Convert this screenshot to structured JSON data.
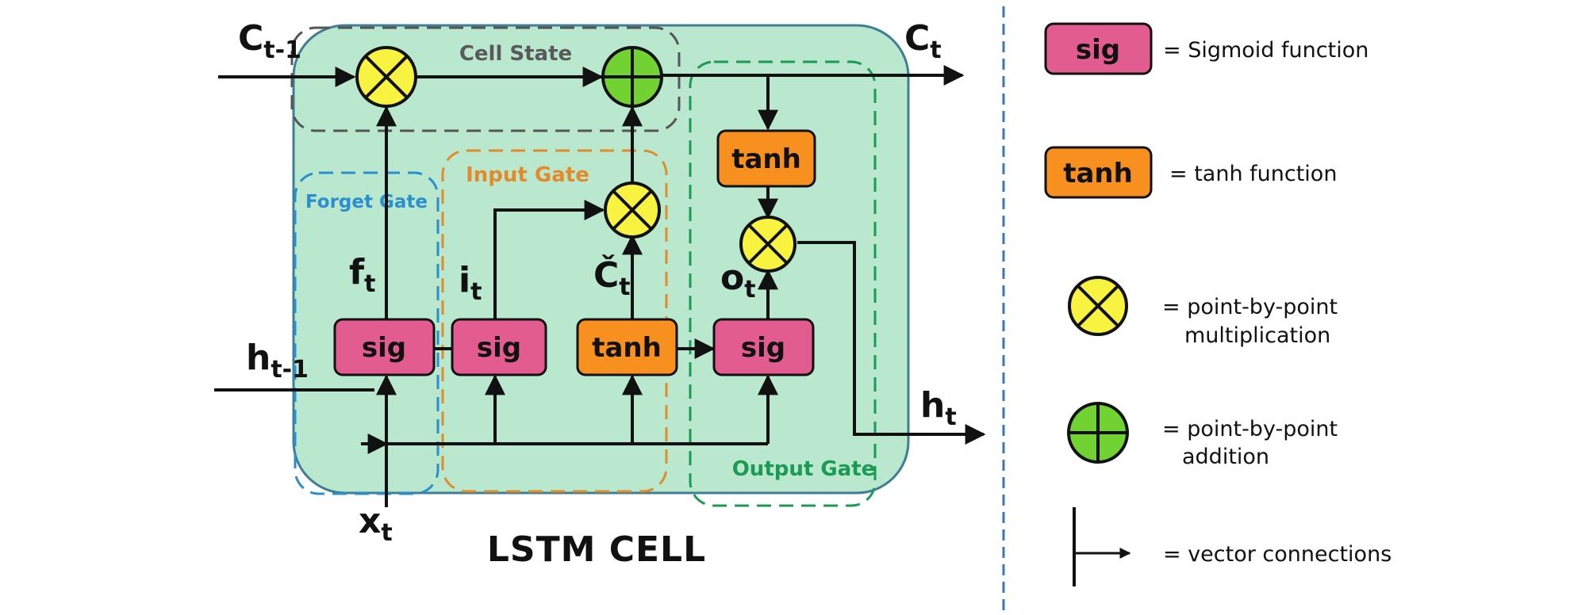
{
  "colors": {
    "cell_fill": "#b9e8cf",
    "sig_fill": "#e35c8f",
    "tanh_fill": "#f7901e",
    "mult_fill": "#f8f341",
    "add_fill": "#72d232",
    "cell_state_dash": "#555555",
    "forget_dash": "#2b8ecf",
    "input_dash": "#e38a2a",
    "output_dash": "#1c9a55",
    "divider": "#3a78b5"
  },
  "groups": {
    "cell_state": "Cell State",
    "forget_gate": "Forget Gate",
    "input_gate": "Input Gate",
    "output_gate": "Output Gate"
  },
  "boxes": {
    "forget_sig": "sig",
    "input_sig": "sig",
    "input_tanh": "tanh",
    "output_sig": "sig",
    "output_tanh": "tanh"
  },
  "variables": {
    "c_prev": {
      "main": "C",
      "sub": "t-1"
    },
    "c_t": {
      "main": "C",
      "sub": "t"
    },
    "h_prev": {
      "main": "h",
      "sub": "t-1"
    },
    "h_t": {
      "main": "h",
      "sub": "t"
    },
    "x_t": {
      "main": "x",
      "sub": "t"
    },
    "f_t": {
      "main": "f",
      "sub": "t"
    },
    "i_t": {
      "main": "i",
      "sub": "t"
    },
    "c_tilde": {
      "main": "Č",
      "sub": "t"
    },
    "o_t": {
      "main": "o",
      "sub": "t"
    }
  },
  "cell_title": "LSTM CELL",
  "legend": {
    "sig_box": "sig",
    "sig_text": "= Sigmoid function",
    "tanh_box": "tanh",
    "tanh_text": "= tanh function",
    "mult_text_1": "= point-by-point",
    "mult_text_2": "multiplication",
    "add_text_1": "= point-by-point",
    "add_text_2": "addition",
    "vector_text": "= vector connections"
  }
}
